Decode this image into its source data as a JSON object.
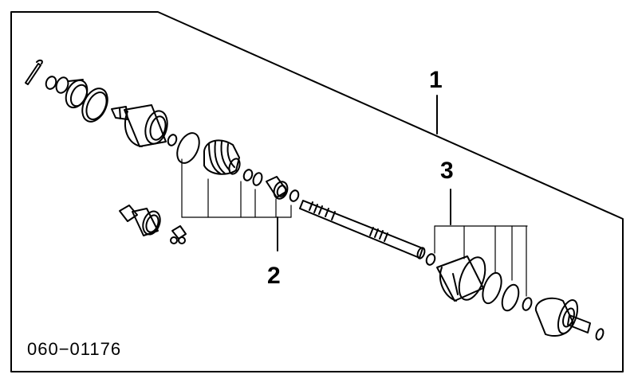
{
  "callouts": [
    {
      "id": "1",
      "text": "1"
    },
    {
      "id": "2",
      "text": "2"
    },
    {
      "id": "3",
      "text": "3"
    }
  ],
  "part_code": "060−01176",
  "colors": {
    "line": "#000000",
    "background": "#ffffff"
  }
}
